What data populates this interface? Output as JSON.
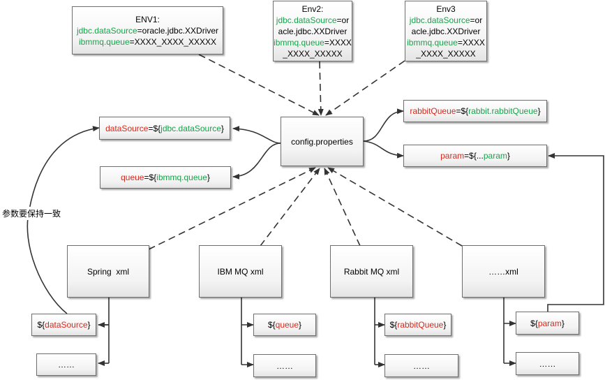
{
  "env_boxes": {
    "env1": {
      "title": "ENV1:",
      "line1_key": "jdbc.dataSource",
      "line1_val": "=oracle.jdbc.XXDriver",
      "line2_key": "ibmmq.queue",
      "line2_val": "=XXXX_XXXX_XXXXX"
    },
    "env2": {
      "title": "Env2:",
      "l1_key": "jdbc.dataSource",
      "l1_val": "=or",
      "l2": "acle.jdbc.XXDriver",
      "l3_key": "ibmmq.queue",
      "l3_val": "=XXXX",
      "l4": "_XXXX_XXXXX"
    },
    "env3": {
      "title": "Env3",
      "l1_key": "jdbc.dataSource",
      "l1_val": "=or",
      "l2": "acle.jdbc.XXDriver",
      "l3_key": "ibmmq.queue",
      "l3_val": "=XXXX",
      "l4": "_XXXX_XXXXX"
    }
  },
  "config": {
    "label": "config.properties"
  },
  "props": {
    "datasource": {
      "key": "dataSource",
      "eq": "=${",
      "val": "jdbc.dataSource",
      "close": "}"
    },
    "queue": {
      "key": "queue",
      "eq": "=${",
      "val": "ibmmq.queue",
      "close": "}"
    },
    "rabbit": {
      "key": "rabbitQueue",
      "eq": "=${",
      "val": "rabbit.rabbitQueue",
      "close": "}"
    },
    "param": {
      "key": "param",
      "eq": "=${...",
      "val": "param",
      "close": "}"
    }
  },
  "xml_boxes": {
    "spring": "Spring  xml",
    "ibmmq": "IBM MQ xml",
    "rabbit": "Rabbit MQ xml",
    "other": "……xml"
  },
  "refs": {
    "datasource": {
      "open": "${",
      "val": "dataSource",
      "close": "}"
    },
    "queue": {
      "open": "${",
      "val": "queue",
      "close": "}"
    },
    "rabbit": {
      "open": "${",
      "val": "rabbitQueue",
      "close": "}"
    },
    "param": {
      "open": "${",
      "val": "param",
      "close": "}"
    },
    "more": "……"
  },
  "side_label": "参数要保持一致",
  "colors": {
    "key_red": "#d42a1f",
    "value_green": "#19a24b",
    "line": "#3a3a3a"
  }
}
